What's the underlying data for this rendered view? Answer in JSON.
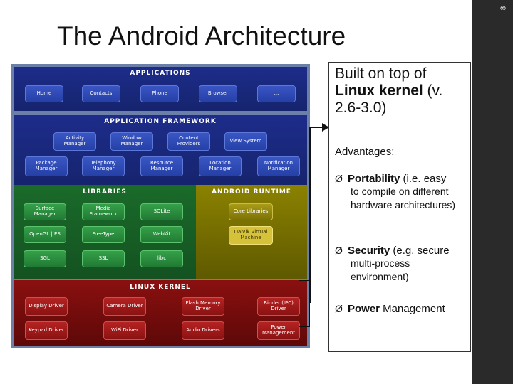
{
  "slide": {
    "title": "The Android Architecture",
    "page_number": "8"
  },
  "diagram": {
    "applications": {
      "title": "Applications",
      "items": [
        "Home",
        "Contacts",
        "Phone",
        "Browser",
        "..."
      ]
    },
    "framework": {
      "title": "Application Framework",
      "row1": [
        "Activity Manager",
        "Window Manager",
        "Content Providers",
        "View System"
      ],
      "row2": [
        "Package Manager",
        "Telephony Manager",
        "Resource Manager",
        "Location Manager",
        "Notification Manager"
      ]
    },
    "libraries": {
      "title": "Libraries",
      "items": [
        "Surface Manager",
        "Media Framework",
        "SQLite",
        "OpenGL | ES",
        "FreeType",
        "WebKit",
        "SGL",
        "SSL",
        "libc"
      ]
    },
    "runtime": {
      "title": "Android Runtime",
      "items": [
        "Core Libraries",
        "Dalvik Virtual Machine"
      ]
    },
    "kernel": {
      "title": "Linux Kernel",
      "items": [
        "Display Driver",
        "Camera Driver",
        "Flash Memory Driver",
        "Binder (IPC) Driver",
        "Keypad Driver",
        "WiFi Driver",
        "Audio Drivers",
        "Power Management"
      ]
    }
  },
  "textbox": {
    "intro_pre": "Built on top of ",
    "intro_bold": "Linux kernel",
    "intro_post": " (v. 2.6-3.0)",
    "advantages": "Advantages:",
    "bullet_marker": "Ø",
    "bullets": [
      {
        "bold": "Portability",
        "rest": " (i.e. easy",
        "sub": "to compile on different hardware architectures)"
      },
      {
        "bold": "Security",
        "rest": " (e.g. secure",
        "sub": "multi-process environment)"
      },
      {
        "bold": "Power",
        "rest": " Management",
        "sub": ""
      }
    ]
  },
  "colors": {
    "sidebar": "#2a2a2a",
    "applications_layer": "#1d2c8a",
    "libraries_layer": "#1a6b2a",
    "runtime_layer": "#8b8200",
    "kernel_layer": "#8a1010"
  }
}
